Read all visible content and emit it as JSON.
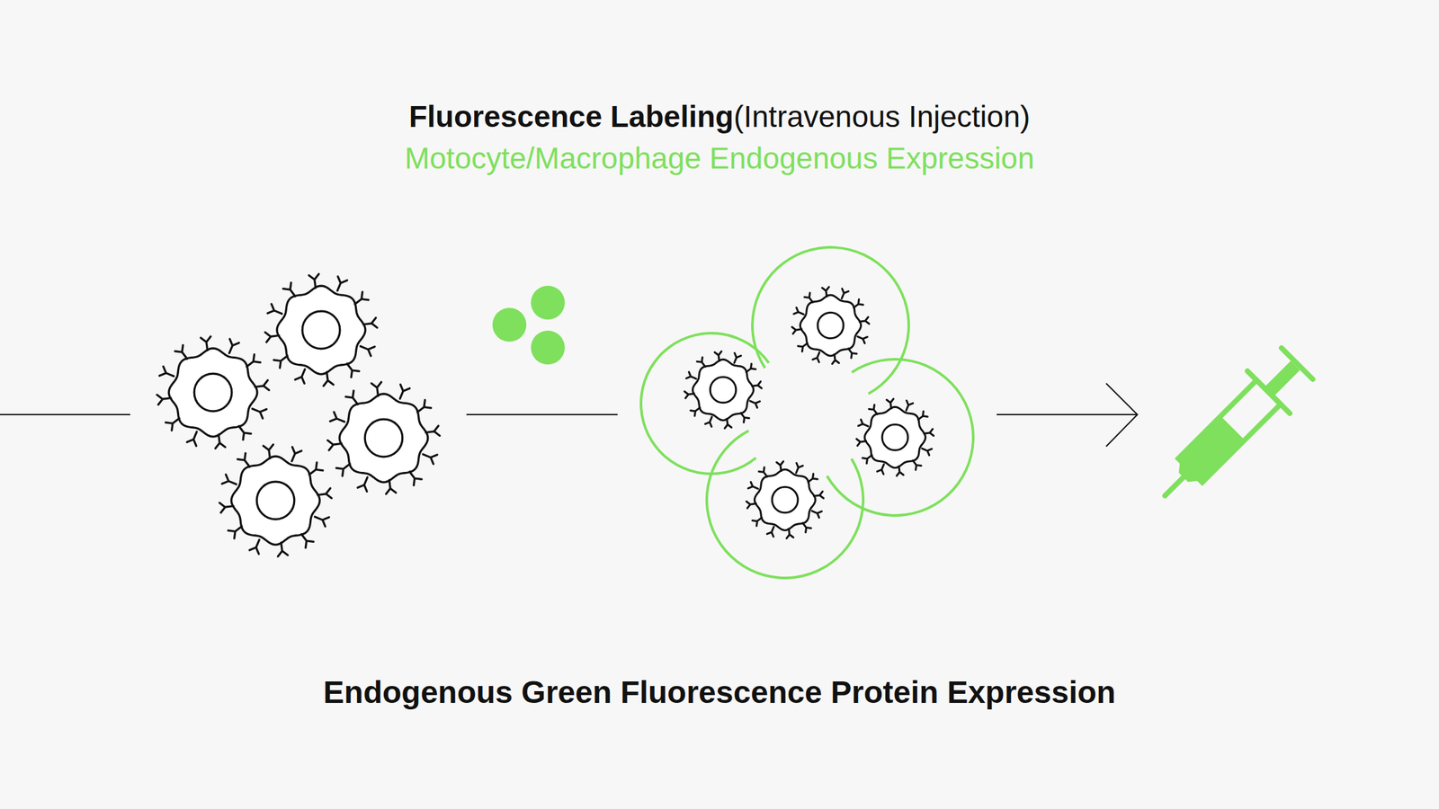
{
  "diagram": {
    "title": "Fluorescence Labeling",
    "caption": "Endogenous Green Fluorescence Protein Expression",
    "labels": [
      "(Intravenous Injection)",
      "Motocyte/Macrophage Endogenous Expression"
    ]
  }
}
